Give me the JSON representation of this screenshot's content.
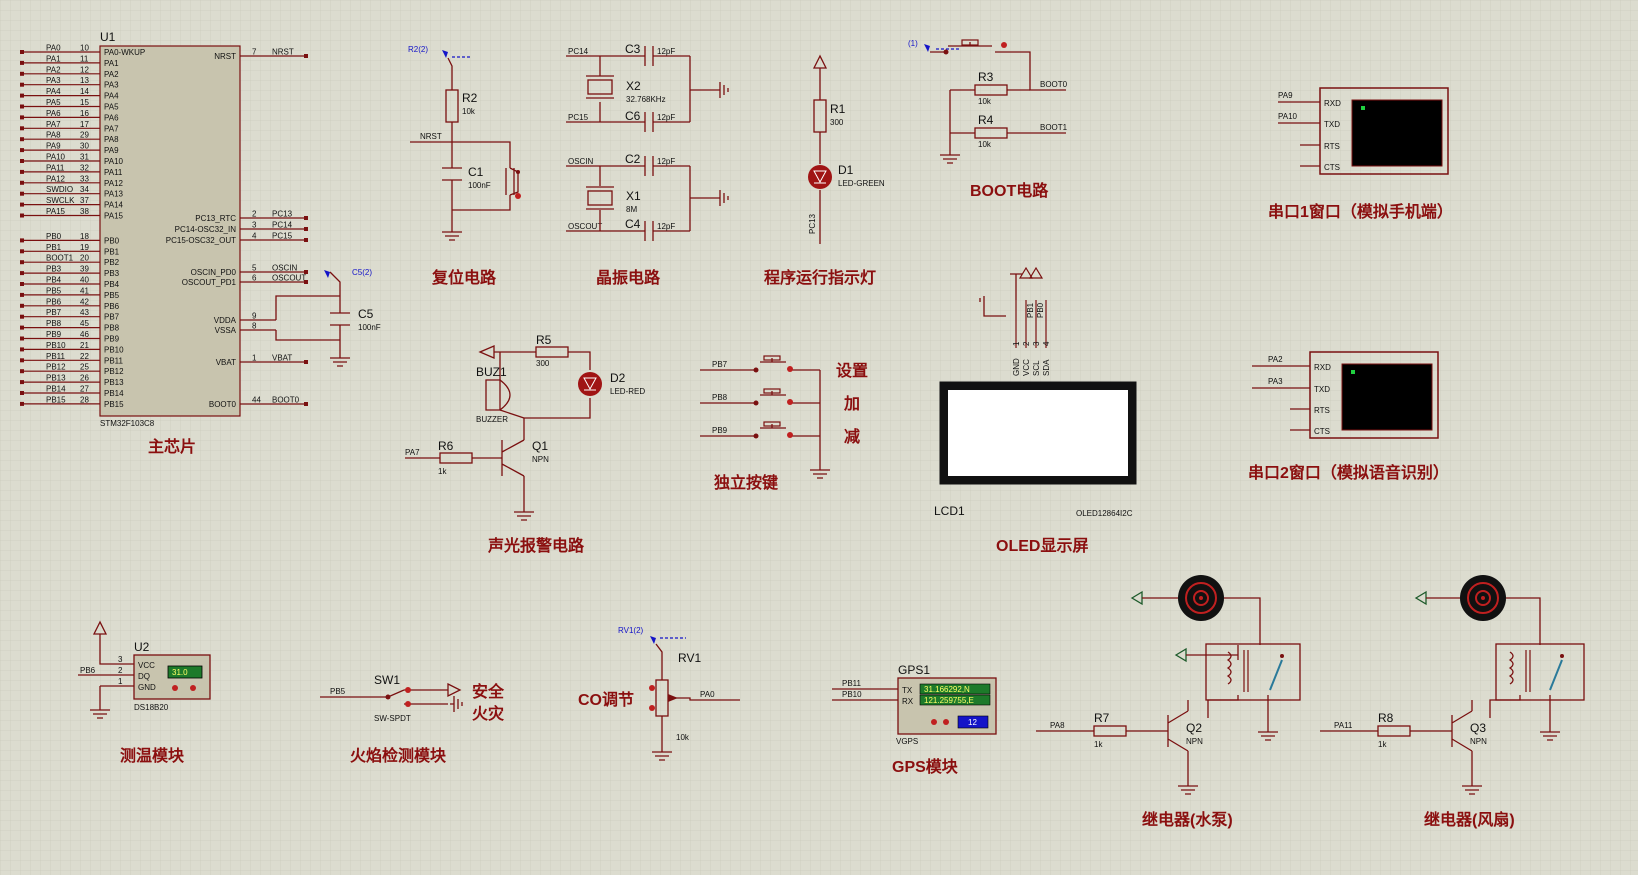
{
  "colors": {
    "background": "#dcdccf",
    "grid": "#c6c6b8",
    "wire": "#7a1010",
    "caption": "#8b0f0f",
    "chip_body": "#c8c4ae",
    "probe": "#1414c8",
    "lcd_screen": "#ffffff",
    "terminal": "#000000",
    "lcd_green": "#20d040"
  },
  "chip": {
    "ref": "U1",
    "part": "STM32F103C8",
    "left_pins": [
      {
        "net": "PA0",
        "num": "10",
        "name": "PA0-WKUP"
      },
      {
        "net": "PA1",
        "num": "11",
        "name": "PA1"
      },
      {
        "net": "PA2",
        "num": "12",
        "name": "PA2"
      },
      {
        "net": "PA3",
        "num": "13",
        "name": "PA3"
      },
      {
        "net": "PA4",
        "num": "14",
        "name": "PA4"
      },
      {
        "net": "PA5",
        "num": "15",
        "name": "PA5"
      },
      {
        "net": "PA6",
        "num": "16",
        "name": "PA6"
      },
      {
        "net": "PA7",
        "num": "17",
        "name": "PA7"
      },
      {
        "net": "PA8",
        "num": "29",
        "name": "PA8"
      },
      {
        "net": "PA9",
        "num": "30",
        "name": "PA9"
      },
      {
        "net": "PA10",
        "num": "31",
        "name": "PA10"
      },
      {
        "net": "PA11",
        "num": "32",
        "name": "PA11"
      },
      {
        "net": "PA12",
        "num": "33",
        "name": "PA12"
      },
      {
        "net": "SWDIO",
        "num": "34",
        "name": "PA13"
      },
      {
        "net": "SWCLK",
        "num": "37",
        "name": "PA14"
      },
      {
        "net": "PA15",
        "num": "38",
        "name": "PA15"
      },
      {
        "net": "PB0",
        "num": "18",
        "name": "PB0"
      },
      {
        "net": "PB1",
        "num": "19",
        "name": "PB1"
      },
      {
        "net": "BOOT1",
        "num": "20",
        "name": "PB2"
      },
      {
        "net": "PB3",
        "num": "39",
        "name": "PB3"
      },
      {
        "net": "PB4",
        "num": "40",
        "name": "PB4"
      },
      {
        "net": "PB5",
        "num": "41",
        "name": "PB5"
      },
      {
        "net": "PB6",
        "num": "42",
        "name": "PB6"
      },
      {
        "net": "PB7",
        "num": "43",
        "name": "PB7"
      },
      {
        "net": "PB8",
        "num": "45",
        "name": "PB8"
      },
      {
        "net": "PB9",
        "num": "46",
        "name": "PB9"
      },
      {
        "net": "PB10",
        "num": "21",
        "name": "PB10"
      },
      {
        "net": "PB11",
        "num": "22",
        "name": "PB11"
      },
      {
        "net": "PB12",
        "num": "25",
        "name": "PB12"
      },
      {
        "net": "PB13",
        "num": "26",
        "name": "PB13"
      },
      {
        "net": "PB14",
        "num": "27",
        "name": "PB14"
      },
      {
        "net": "PB15",
        "num": "28",
        "name": "PB15"
      }
    ],
    "right_pins": [
      {
        "name": "NRST",
        "num": "7",
        "net": "NRST"
      },
      {
        "name": "PC13_RTC",
        "num": "2",
        "net": "PC13"
      },
      {
        "name": "PC14-OSC32_IN",
        "num": "3",
        "net": "PC14"
      },
      {
        "name": "PC15-OSC32_OUT",
        "num": "4",
        "net": "PC15"
      },
      {
        "name": "OSCIN_PD0",
        "num": "5",
        "net": "OSCIN"
      },
      {
        "name": "OSCOUT_PD1",
        "num": "6",
        "net": "OSCOUT"
      },
      {
        "name": "VDDA",
        "num": "9",
        "net": ""
      },
      {
        "name": "VSSA",
        "num": "8",
        "net": ""
      },
      {
        "name": "VBAT",
        "num": "1",
        "net": "VBAT"
      },
      {
        "name": "BOOT0",
        "num": "44",
        "net": "BOOT0"
      }
    ],
    "c5": {
      "ref": "C5",
      "value": "100nF",
      "probe": "C5(2)"
    }
  },
  "reset": {
    "r_ref": "R2",
    "r_val": "10k",
    "probe": "R2(2)",
    "net": "NRST",
    "c_ref": "C1",
    "c_val": "100nF"
  },
  "crystal": {
    "pc14": "PC14",
    "pc15": "PC15",
    "oscin": "OSCIN",
    "oscout": "OSCOUT",
    "c3": "C3",
    "c6": "C6",
    "c2": "C2",
    "c4": "C4",
    "cval": "12pF",
    "x2": "X2",
    "x2v": "32.768KHz",
    "x1": "X1",
    "x1v": "8M"
  },
  "led": {
    "r_ref": "R1",
    "r_val": "300",
    "d_ref": "D1",
    "d_val": "LED-GREEN",
    "net": "PC13"
  },
  "boot": {
    "probe": "(1)",
    "r3": "R3",
    "r3v": "10k",
    "r4": "R4",
    "r4v": "10k",
    "net0": "BOOT0",
    "net1": "BOOT1"
  },
  "uart1": {
    "pin1": "PA9",
    "pin2": "PA10",
    "labels": [
      "RXD",
      "TXD",
      "RTS",
      "CTS"
    ]
  },
  "uart2": {
    "pin1": "PA2",
    "pin2": "PA3",
    "labels": [
      "RXD",
      "TXD",
      "RTS",
      "CTS"
    ]
  },
  "alarm": {
    "r5": "R5",
    "r5v": "300",
    "d2": "D2",
    "d2v": "LED-RED",
    "buz": "BUZ1",
    "buzv": "BUZZER",
    "q1": "Q1",
    "q1v": "NPN",
    "r6": "R6",
    "r6v": "1k",
    "net": "PA7"
  },
  "keys": {
    "nets": [
      "PB7",
      "PB8",
      "PB9"
    ],
    "labels": [
      "设置",
      "加",
      "减"
    ]
  },
  "oled": {
    "pins": [
      "GND",
      "VCC",
      "SCL",
      "SDA"
    ],
    "nums": [
      "1",
      "2",
      "3",
      "4"
    ],
    "nets": [
      "PB1",
      "PB0"
    ],
    "ref": "LCD1",
    "part": "OLED12864I2C"
  },
  "ds18": {
    "ref": "U2",
    "part": "DS18B20",
    "pins": [
      "VCC",
      "DQ",
      "GND"
    ],
    "nums": [
      "3",
      "2",
      "1"
    ],
    "net": "PB6",
    "reading": "31.0"
  },
  "flame": {
    "ref": "SW1",
    "part": "SW-SPDT",
    "net": "PB5",
    "safe": "安全",
    "fire": "火灾"
  },
  "co": {
    "ref": "RV1",
    "probe": "RV1(2)",
    "value": "10k",
    "net": "PA0",
    "label": "CO调节"
  },
  "gps": {
    "ref": "GPS1",
    "part": "VGPS",
    "tx": "TX",
    "rx": "RX",
    "net1": "PB11",
    "net2": "PB10",
    "lat": "31.166292,N",
    "lon": "121.259755,E",
    "count": "12"
  },
  "relay1": {
    "r": "R7",
    "rv": "1k",
    "q": "Q2",
    "qv": "NPN",
    "net": "PA8"
  },
  "relay2": {
    "r": "R8",
    "rv": "1k",
    "q": "Q3",
    "qv": "NPN",
    "net": "PA11"
  },
  "captions": {
    "main": "主芯片",
    "reset": "复位电路",
    "crystal": "晶振电路",
    "led": "程序运行指示灯",
    "boot": "BOOT电路",
    "uart1": "串口1窗口（模拟手机端）",
    "uart2": "串口2窗口（模拟语音识别）",
    "alarm": "声光报警电路",
    "keys": "独立按键",
    "oled": "OLED显示屏",
    "temp": "测温模块",
    "flame": "火焰检测模块",
    "gps": "GPS模块",
    "relay1": "继电器(水泵)",
    "relay2": "继电器(风扇)"
  }
}
